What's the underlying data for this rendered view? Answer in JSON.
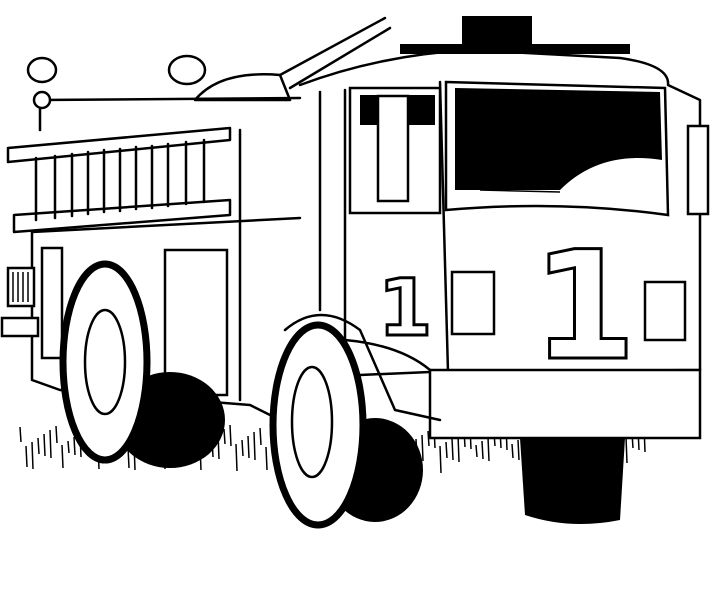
{
  "image": {
    "subject": "fire-truck-line-drawing",
    "colors": {
      "line": "#000000",
      "background": "#ffffff"
    },
    "door_number": "1",
    "grille_number": "1"
  }
}
